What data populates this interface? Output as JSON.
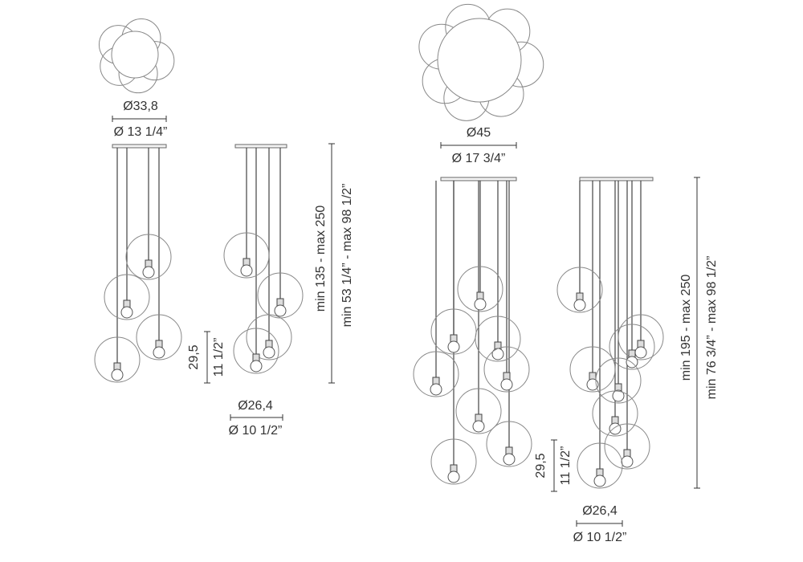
{
  "small_model": {
    "top_view_diameter_cm": "Ø33,8",
    "top_view_diameter_in": "Ø 13 1/4”",
    "globe_height_cm": "29,5",
    "globe_height_in": "11 1/2”",
    "overall_height_cm": "min 135 - max 250",
    "overall_height_in": "min 53 1/4” - max 98 1/2”",
    "globe_diameter_cm": "Ø26,4",
    "globe_diameter_in": "Ø 10 1/2”"
  },
  "large_model": {
    "top_view_diameter_cm": "Ø45",
    "top_view_diameter_in": "Ø 17 3/4”",
    "globe_height_cm": "29,5",
    "globe_height_in": "11 1/2”",
    "overall_height_cm": "min 195 - max 250",
    "overall_height_in": "min 76 3/4” - max 98 1/2”",
    "globe_diameter_cm": "Ø26,4",
    "globe_diameter_in": "Ø 10 1/2”"
  }
}
